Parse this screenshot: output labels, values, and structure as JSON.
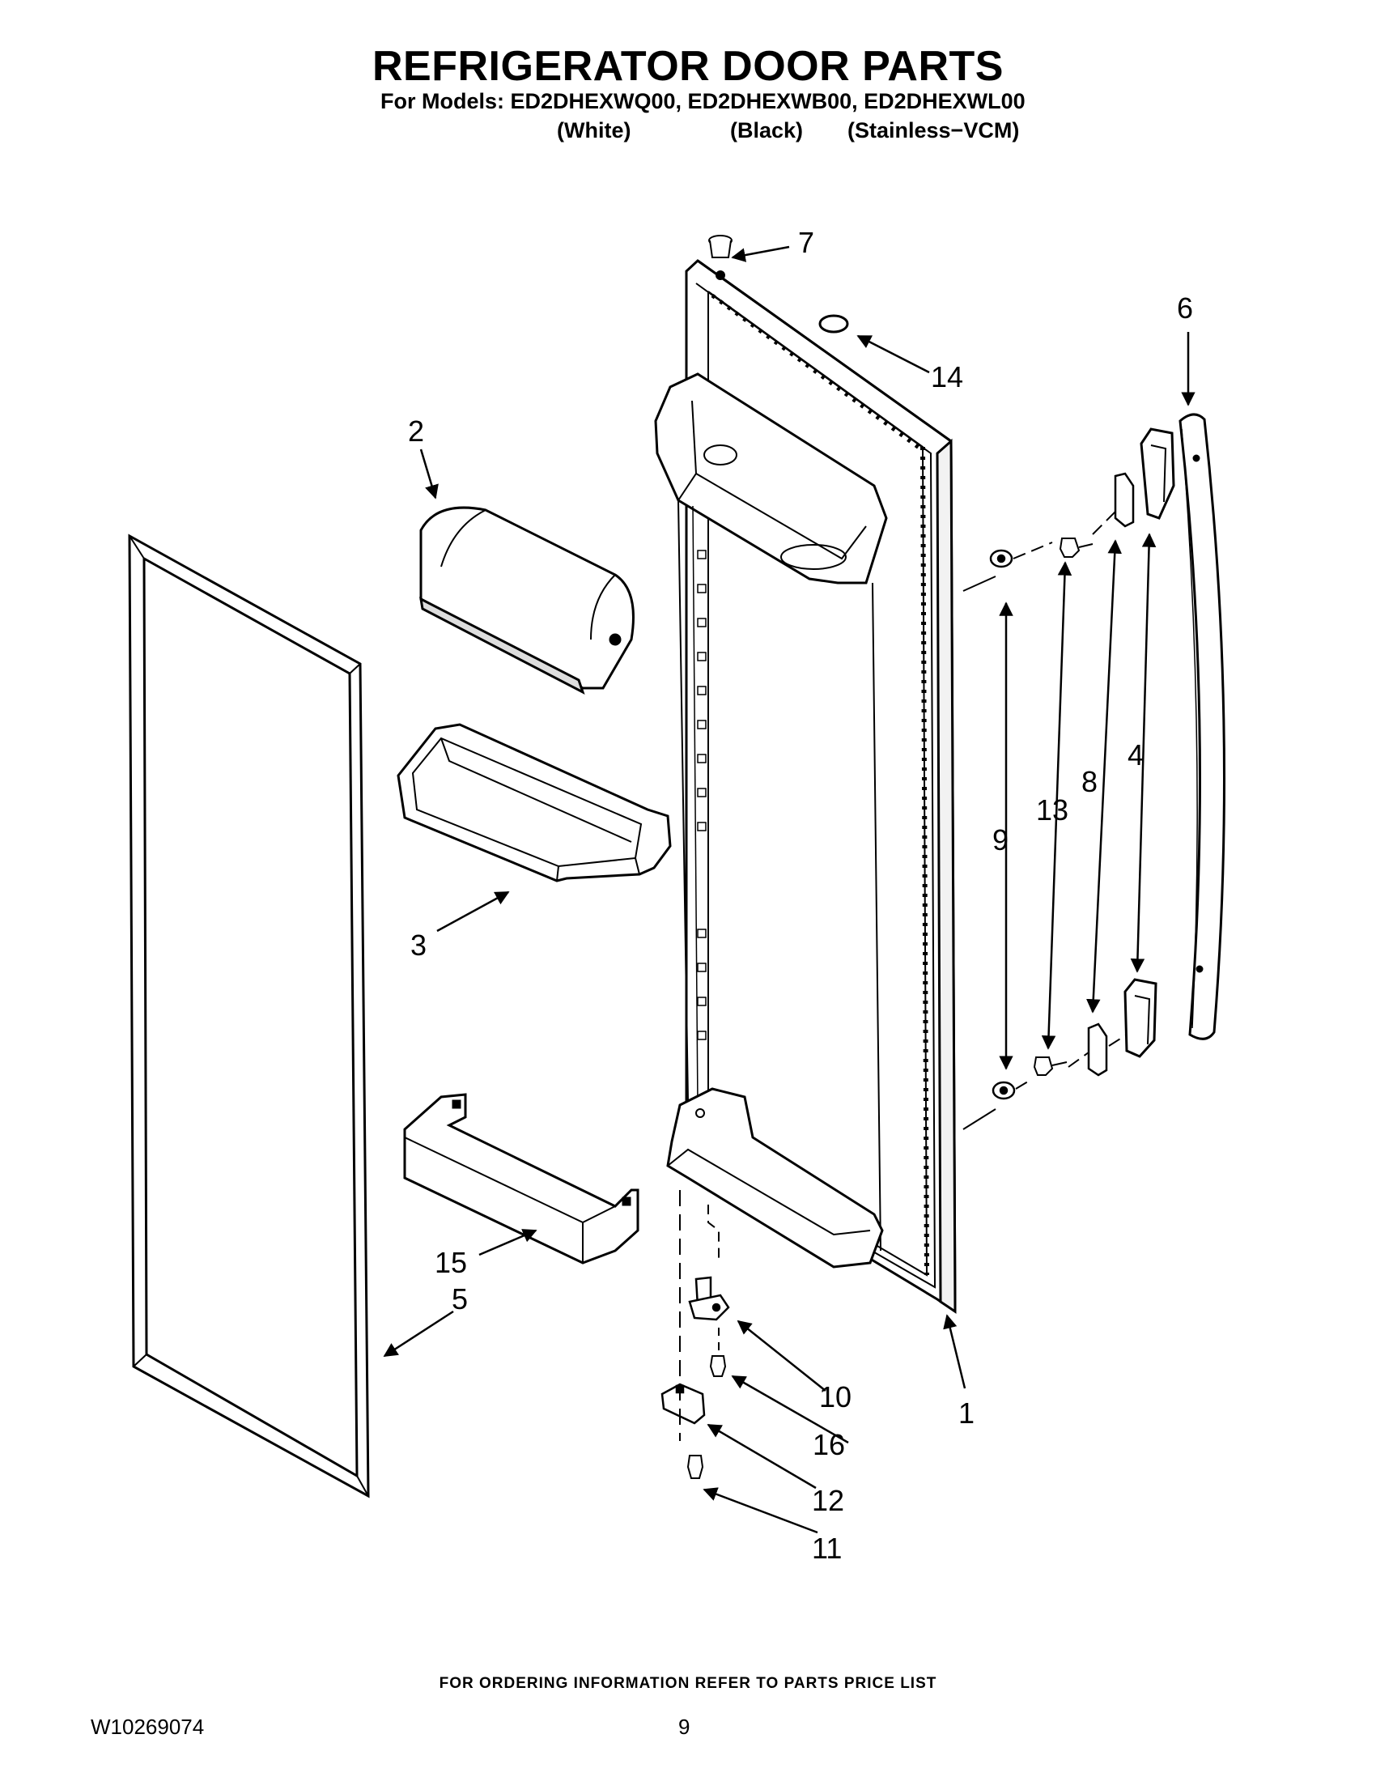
{
  "header": {
    "title": "REFRIGERATOR DOOR PARTS",
    "models_line": "For Models: ED2DHEXWQ00, ED2DHEXWB00, ED2DHEXWL00",
    "variants": [
      "(White)",
      "(Black)",
      "(Stainless−VCM)"
    ]
  },
  "callouts": [
    "1",
    "2",
    "3",
    "4",
    "5",
    "6",
    "7",
    "8",
    "9",
    "10",
    "11",
    "12",
    "13",
    "14",
    "15",
    "16"
  ],
  "footer": {
    "note": "FOR ORDERING INFORMATION REFER TO PARTS PRICE LIST",
    "doc_id": "W10269074",
    "page_number": "9"
  }
}
